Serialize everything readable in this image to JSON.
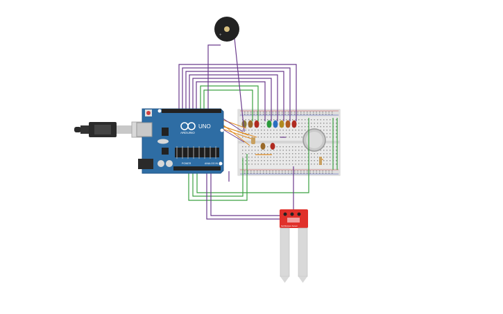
{
  "circuit": {
    "arduino": {
      "logo_text": "UNO",
      "brand_text": "ARDUINO",
      "power_label": "POWER",
      "analog_label": "ANALOG IN"
    },
    "buzzer": {
      "name": "piezo buzzer"
    },
    "soil_sensor": {
      "label": "Soil Moisture Sensor"
    },
    "breadboard": {
      "name": "half breadboard"
    },
    "led_colors": [
      "#8a7a3a",
      "#9a6a2a",
      "#b02a20",
      "#2a9a3a",
      "#2a6fc0",
      "#b08a20",
      "#b05a20",
      "#b02a20"
    ],
    "colors": {
      "board": "#2e6da4",
      "wire_purple": "#6a3a8c",
      "wire_green": "#3aa040",
      "wire_orange": "#e08a20",
      "sensor_red": "#e0302a"
    }
  }
}
